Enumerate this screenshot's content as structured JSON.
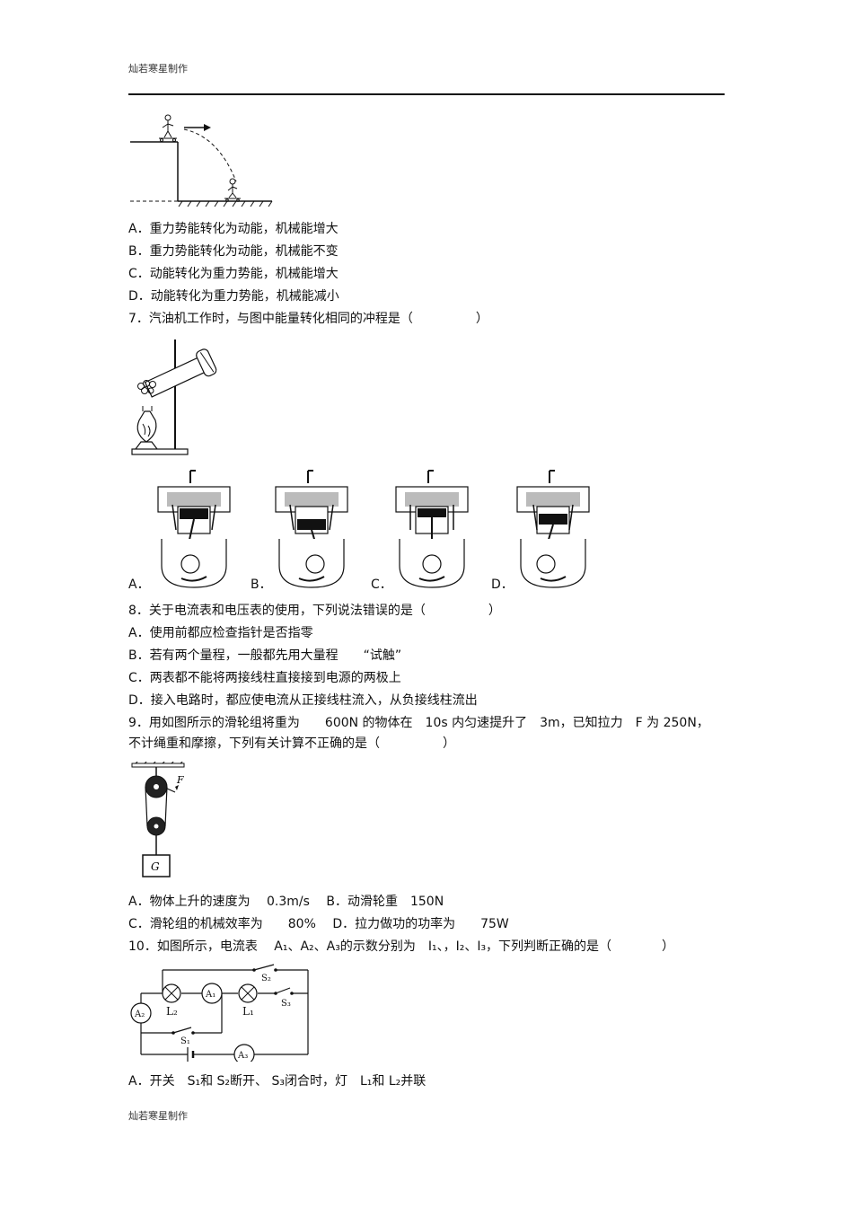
{
  "header_text": "灿若寒星制作",
  "footer_text": "灿若寒星制作",
  "q6": {
    "options": [
      "A．重力势能转化为动能，机械能增大",
      "B．重力势能转化为动能，机械能不变",
      "C．动能转化为重力势能，机械能增大",
      "D．动能转化为重力势能，机械能减小"
    ]
  },
  "q7": {
    "stem": "7．汽油机工作时，与图中能量转化相同的冲程是（　　　　　）",
    "engine_labels": [
      "A．",
      "B．",
      "C．",
      "D．"
    ]
  },
  "q8": {
    "stem": "8．关于电流表和电压表的使用，下列说法错误的是（　　　　　）",
    "options": [
      "A．使用前都应检查指针是否指零",
      "B．若有两个量程，一般都先用大量程　　“试触”",
      "C．两表都不能将两接线柱直接接到电源的两极上",
      "D．接入电路时，都应使电流从正接线柱流入，从负接线柱流出"
    ]
  },
  "q9": {
    "stem_line1": "9．用如图所示的滑轮组将重为　　600N 的物体在　10s 内匀速提升了　3m，已知拉力　F 为 250N，",
    "stem_line2": "不计绳重和摩擦，下列有关计算不正确的是（　　　　　）",
    "fig_F": "F",
    "fig_G": "G",
    "option_row1": "A．物体上升的速度为　 0.3m/s　 B．动滑轮重　150N",
    "option_row2": "C．滑轮组的机械效率为　　80%　 D．拉力做功的功率为　　75W"
  },
  "q10": {
    "stem": "10．如图所示，电流表　 A₁、A₂、A₃的示数分别为　I₁、，I₂、I₃，下列判断正确的是（　　　　）",
    "fig_labels": {
      "A1": "A₁",
      "A2": "A₂",
      "A3": "A₃",
      "L1": "L₁",
      "L2": "L₂",
      "S1": "S₁",
      "S2": "S₂",
      "S3": "S₃"
    },
    "optionA": "A．开关　S₁和 S₂断开、 S₃闭合时，灯　L₁和 L₂并联"
  }
}
